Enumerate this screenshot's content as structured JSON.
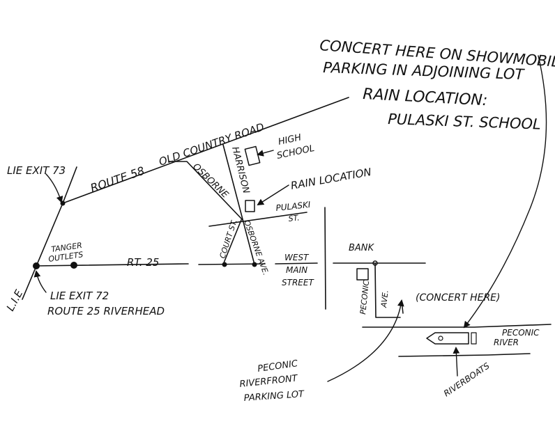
{
  "notes": {
    "concert_line1": "CONCERT HERE ON SHOWMOBILE",
    "concert_line2": "PARKING IN ADJOINING LOT",
    "concert_line3": "RAIN LOCATION:",
    "concert_line4": "PULASKI ST. SCHOOL"
  },
  "roads": {
    "lie": "L.I.E",
    "route58": "ROUTE 58",
    "old_country_road": "OLD COUNTRY ROAD",
    "osborne": "OSBORNE",
    "harrison": "HARRISON",
    "pulaski_line1": "PULASKI",
    "pulaski_line2": "ST.",
    "rt25": "RT. 25",
    "court_st": "COURT ST.",
    "osborne_ave": "OSBORNE AVE.",
    "west_main_line1": "WEST",
    "west_main_line2": "MAIN",
    "west_main_line3": "STREET",
    "peconic_ave_a": "PECONIC",
    "peconic_ave_b": "AVE."
  },
  "places": {
    "lie_exit_73": "LIE EXIT 73",
    "lie_exit_72": "LIE EXIT 72",
    "route25_riverhead": "ROUTE 25 RIVERHEAD",
    "tanger_line1": "TANGER",
    "tanger_line2": "OUTLETS",
    "high_school_line1": "HIGH",
    "high_school_line2": "SCHOOL",
    "rain_location": "RAIN LOCATION",
    "bank": "BANK",
    "concert_here": "(CONCERT HERE)",
    "peconic_river_line1": "PECONIC",
    "peconic_river_line2": "RIVER",
    "parking_line1": "PECONIC",
    "parking_line2": "RIVERFRONT",
    "parking_line3": "PARKING LOT",
    "riverboats": "RIVERBOATS"
  }
}
